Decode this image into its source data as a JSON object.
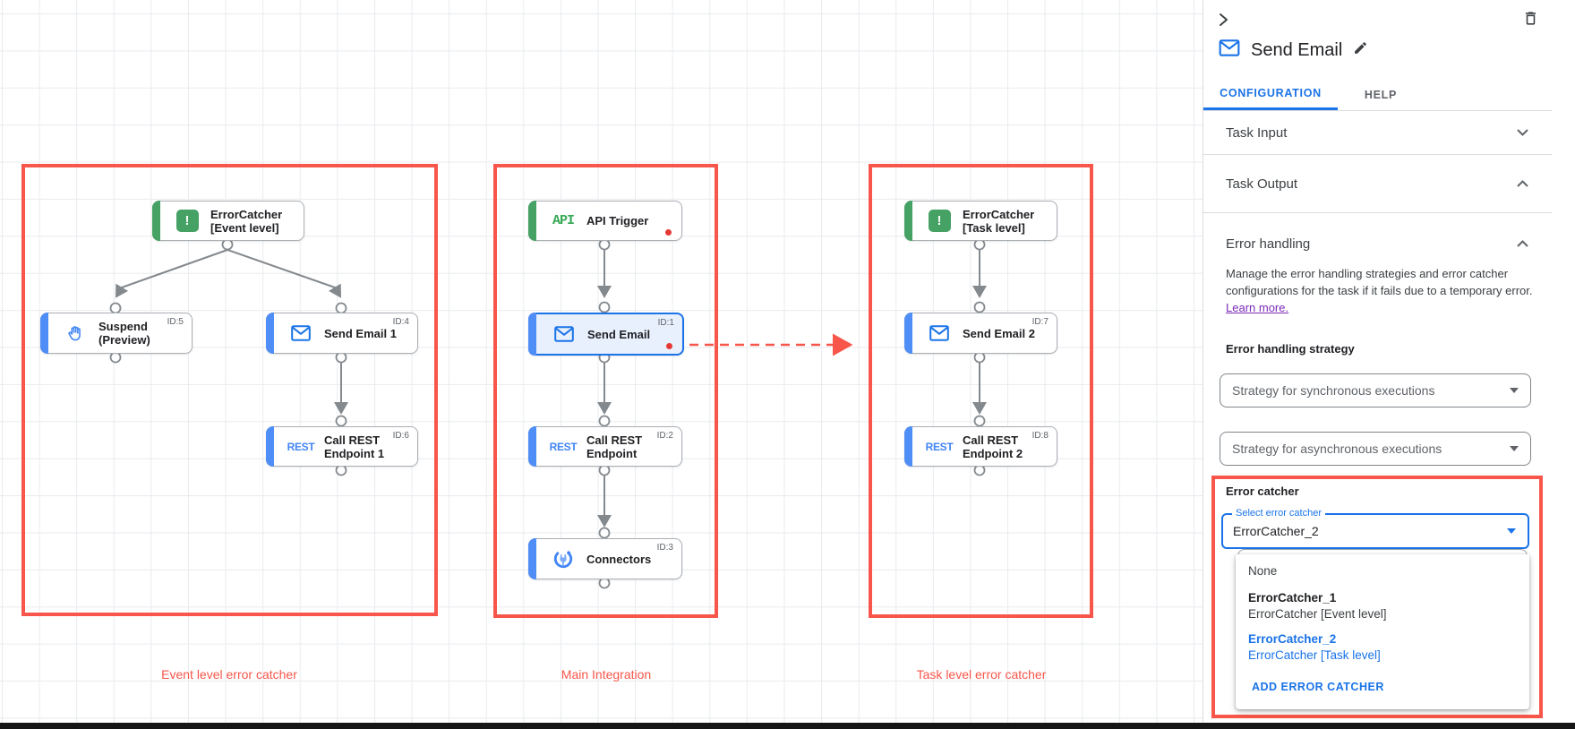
{
  "colors": {
    "accent_blue": "#1a73e8",
    "node_green": "#34a853",
    "node_blue": "#4285f4",
    "annotation_red": "#f8564a"
  },
  "canvas": {
    "group_labels": [
      "Event level error catcher",
      "Main Integration",
      "Task level error catcher"
    ],
    "icon_texts": {
      "api": "API",
      "rest": "REST",
      "error": "!"
    },
    "nodes": [
      {
        "line1": "ErrorCatcher",
        "line2": "[Event level]",
        "badge": "",
        "icon": "error-catcher"
      },
      {
        "line1": "Suspend",
        "line2": "(Preview)",
        "badge": "ID:5",
        "icon": "suspend-hand"
      },
      {
        "line1": "Send Email 1",
        "line2": "",
        "badge": "ID:4",
        "icon": "email"
      },
      {
        "line1": "Call REST",
        "line2": "Endpoint 1",
        "badge": "ID:6",
        "icon": "rest"
      },
      {
        "line1": "API Trigger",
        "line2": "",
        "badge": "",
        "icon": "api"
      },
      {
        "line1": "Send Email",
        "line2": "",
        "badge": "ID:1",
        "icon": "email"
      },
      {
        "line1": "Call REST",
        "line2": "Endpoint",
        "badge": "ID:2",
        "icon": "rest"
      },
      {
        "line1": "Connectors",
        "line2": "",
        "badge": "ID:3",
        "icon": "connectors"
      },
      {
        "line1": "ErrorCatcher",
        "line2": "[Task level]",
        "badge": "",
        "icon": "error-catcher"
      },
      {
        "line1": "Send Email 2",
        "line2": "",
        "badge": "ID:7",
        "icon": "email"
      },
      {
        "line1": "Call REST",
        "line2": "Endpoint 2",
        "badge": "ID:8",
        "icon": "rest"
      }
    ]
  },
  "panel": {
    "title": "Send Email",
    "tabs": {
      "configuration": "CONFIGURATION",
      "help": "HELP"
    },
    "sections": {
      "task_input": "Task Input",
      "task_output": "Task Output",
      "error_handling": "Error handling"
    },
    "error_handling": {
      "description_line1": "Manage the error handling strategies and error catcher",
      "description_line2": "configurations for the task if it fails due to a temporary error.",
      "learn_more": "Learn more.",
      "strategy_label": "Error handling strategy",
      "sync_placeholder": "Strategy for synchronous executions",
      "async_placeholder": "Strategy for asynchronous executions"
    },
    "error_catcher": {
      "label": "Error catcher",
      "select_label": "Select error catcher",
      "value": "ErrorCatcher_2",
      "menu": {
        "none": "None",
        "option1_name": "ErrorCatcher_1",
        "option1_desc": "ErrorCatcher [Event level]",
        "option2_name": "ErrorCatcher_2",
        "option2_desc": "ErrorCatcher [Task level]",
        "add": "ADD ERROR CATCHER"
      }
    }
  }
}
